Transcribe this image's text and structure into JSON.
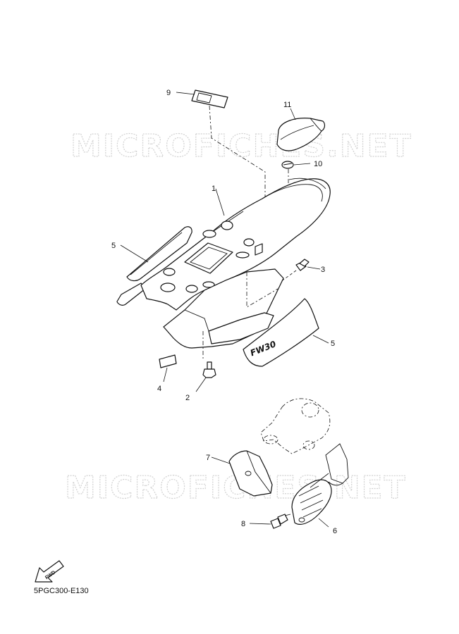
{
  "watermark": "MICROFICHES.NET",
  "diagram_code": "5PGC300-E130",
  "fwd_label": "FWD",
  "decal_text": "FW30",
  "callouts": {
    "c1": "1",
    "c2": "2",
    "c3": "3",
    "c4": "4",
    "c5a": "5",
    "c5b": "5",
    "c6": "6",
    "c7": "7",
    "c8": "8",
    "c9": "9",
    "c10": "10",
    "c11": "11"
  }
}
